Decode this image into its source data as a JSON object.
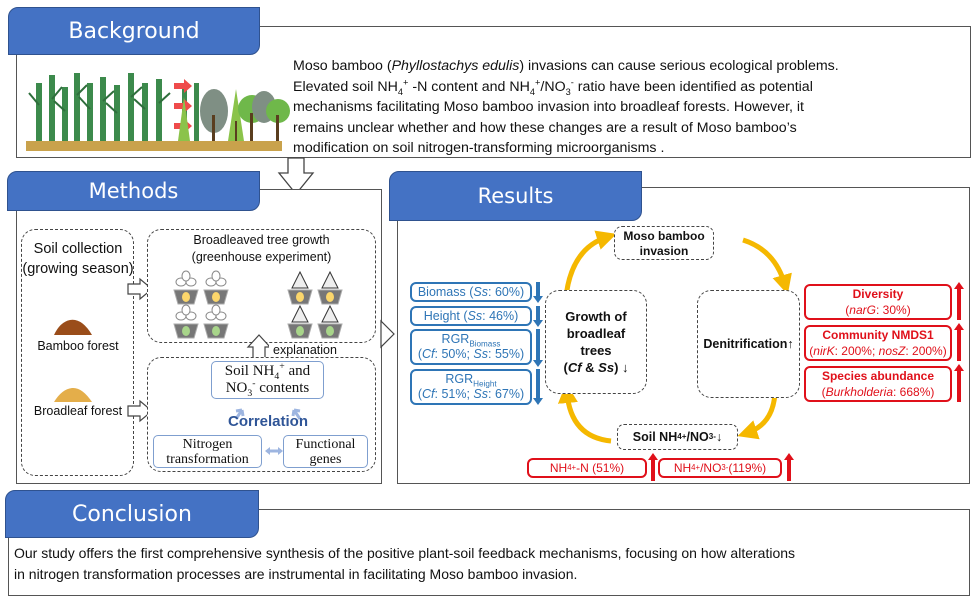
{
  "sections": {
    "background": {
      "title": "Background",
      "text_parts": {
        "l1a": "Moso bamboo (",
        "l1b": "Phyllostachys edulis",
        "l1c": ") invasions can cause serious ecological problems.",
        "l2a": "Elevated soil NH",
        "l2b": "4",
        "l2c": "+",
        "l2d": " -N content and NH",
        "l2e": "4",
        "l2f": "+",
        "l2g": "/NO",
        "l2h": "3",
        "l2i": "-",
        "l2j": " ratio have been identified as potential",
        "l3": "mechanisms facilitating Moso bamboo invasion into broadleaf forests. However, it",
        "l4": "remains unclear whether and how these changes are a result of Moso bamboo’s",
        "l5": "modification on soil nitrogen-transforming microorganisms ."
      },
      "illustration": "bamboo-invading-broadleaf-forest"
    },
    "methods": {
      "title": "Methods",
      "soil_collection": {
        "line1": "Soil collection",
        "line2": "(growing season)"
      },
      "soil_samples": [
        "Bamboo forest",
        "Broadleaf forest"
      ],
      "greenhouse": {
        "line1": "Broadleaved tree growth",
        "line2": "(greenhouse experiment)"
      },
      "explanation_label": "explanation",
      "soil_nh4_box": {
        "a": "Soil NH",
        "b": "4",
        "c": "+",
        "d": " and",
        "e": "NO",
        "f": "3",
        "g": "-",
        "h": " contents"
      },
      "correlation_label": "Correlation",
      "nitrogen_box": {
        "line1": "Nitrogen",
        "line2": "transformation"
      },
      "genes_box": {
        "line1": "Functional",
        "line2": "genes"
      }
    },
    "results": {
      "title": "Results",
      "cycle": {
        "invasion": {
          "line1": "Moso bamboo",
          "line2": "invasion"
        },
        "denitrification": {
          "label": "Denitrification",
          "arrow": "↑"
        },
        "soil_ratio": {
          "a": "Soil NH",
          "b": "4",
          "c": "+",
          "d": "/NO",
          "e": "3",
          "f": "-",
          "g": " ↓"
        },
        "growth": {
          "line1": "Growth of",
          "line2": "broadleaf",
          "line3": "trees",
          "line4a": "(",
          "line4b": "Cf",
          "line4c": " & ",
          "line4d": "Ss",
          "line4e": ") ↓"
        }
      },
      "growth_metrics": [
        {
          "name": "Biomass",
          "species1": "Ss",
          "value1": "60%"
        },
        {
          "name": "Height",
          "species1": "Ss",
          "value1": "46%"
        },
        {
          "name": "RGR",
          "sub": "Biomass",
          "species1": "Cf",
          "value1": "50%",
          "species2": "Ss",
          "value2": "55%"
        },
        {
          "name": "RGR",
          "sub": "Height",
          "species1": "Cf",
          "value1": "51%",
          "species2": "Ss",
          "value2": "67%"
        }
      ],
      "microbial_metrics": [
        {
          "title": "Diversity",
          "gene1": "narG",
          "value1": "30%"
        },
        {
          "title": "Community NMDS1",
          "gene1": "nirK",
          "value1": "200%",
          "gene2": "nosZ",
          "value2": "200%"
        },
        {
          "title": "Species abundance",
          "gene1": "Burkholderia",
          "value1": "668%"
        }
      ],
      "soil_metrics": [
        {
          "a": "NH",
          "b": "4",
          "c": "+",
          "d": "-N (51%)"
        },
        {
          "a": "NH",
          "b": "4",
          "c": "+",
          "d": "/NO",
          "e": "3",
          "f": "-",
          "g": " (119%)"
        }
      ]
    },
    "conclusion": {
      "title": "Conclusion",
      "line1": "Our study offers the first comprehensive synthesis of the positive plant-soil feedback mechanisms, focusing on how alterations",
      "line2": "in nitrogen transformation processes are instrumental in facilitating Moso bamboo invasion."
    }
  },
  "colors": {
    "tab_blue": "#4472c4",
    "decrease_blue": "#2e75b6",
    "increase_red": "#e0101a",
    "cycle_arrow": "#f5b800"
  }
}
